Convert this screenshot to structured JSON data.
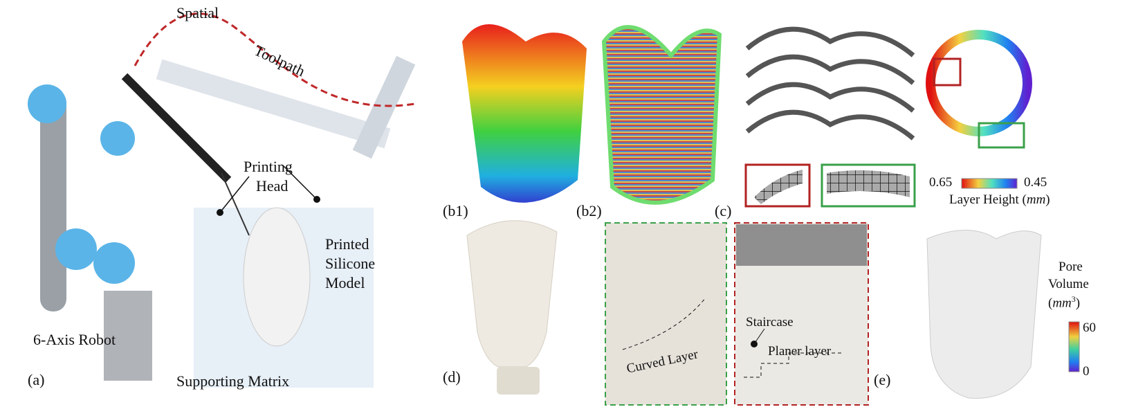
{
  "panel_a": {
    "label": "(a)",
    "spatial": "Spatial",
    "toolpath": "Toolpath",
    "printing_head": [
      "Printing",
      "Head"
    ],
    "printed_model": [
      "Printed",
      "Silicone",
      "Model"
    ],
    "robot": "6-Axis Robot",
    "matrix": "Supporting Matrix"
  },
  "panel_b1": {
    "label": "(b1)"
  },
  "panel_b2": {
    "label": "(b2)"
  },
  "panel_c": {
    "label": "(c)",
    "cbar_max": "0.65",
    "cbar_min": "0.45",
    "cbar_title": "Layer Height (",
    "cbar_unit": "mm",
    "cbar_close": ")"
  },
  "panel_d": {
    "label": "(d)",
    "curved": "Curved Layer",
    "staircase": "Staircase",
    "planer": "Planer layer"
  },
  "panel_e": {
    "label": "(e)",
    "title1": "Pore",
    "title2": "Volume",
    "unit": "mm",
    "unit_exp": "3",
    "cbar_max": "60",
    "cbar_min": "0"
  },
  "colors": {
    "toolpath": "#c0282a",
    "box_red": "#b22222",
    "box_green": "#3aa04a"
  }
}
